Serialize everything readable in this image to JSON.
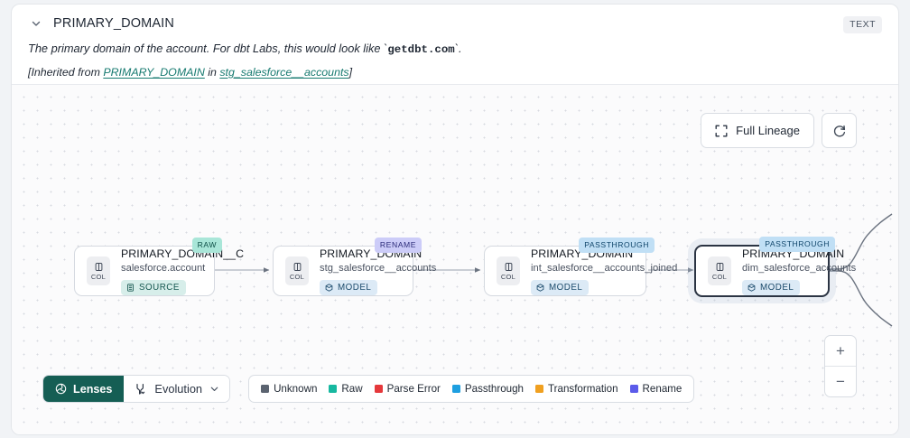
{
  "header": {
    "title": "PRIMARY_DOMAIN",
    "type_badge": "TEXT",
    "chevron_icon": "chevron-down-icon",
    "description_pre": "The primary domain of the account. For dbt Labs, this would look like `",
    "description_code": "getdbt.com",
    "description_post": "`.",
    "inherited_prefix": "[Inherited from ",
    "inherited_link": "PRIMARY_DOMAIN",
    "inherited_mid": " in ",
    "inherited_source": "stg_salesforce__accounts",
    "inherited_suffix": "]"
  },
  "controls": {
    "full_lineage_label": "Full Lineage",
    "full_lineage_icon": "expand-icon",
    "refresh_icon": "refresh-icon",
    "zoom_in_label": "+",
    "zoom_out_label": "−"
  },
  "graph": {
    "nodes": [
      {
        "id": "n1",
        "kind_badge": "RAW",
        "kind_class": "kind-RAW",
        "column": "PRIMARY_DOMAIN__C",
        "table": "salesforce.account",
        "asset_type": "SOURCE",
        "asset_class": "source",
        "asset_icon": "database-icon",
        "col_chip_label": "COL",
        "col_chip_icon": "column-icon",
        "selected": false
      },
      {
        "id": "n2",
        "kind_badge": "RENAME",
        "kind_class": "kind-RENAME",
        "column": "PRIMARY_DOMAIN",
        "table": "stg_salesforce__accounts",
        "asset_type": "MODEL",
        "asset_class": "model",
        "asset_icon": "cube-icon",
        "col_chip_label": "COL",
        "col_chip_icon": "column-icon",
        "selected": false
      },
      {
        "id": "n3",
        "kind_badge": "PASSTHROUGH",
        "kind_class": "kind-PASSTHROUGH",
        "column": "PRIMARY_DOMAIN",
        "table": "int_salesforce__accounts_joined",
        "asset_type": "MODEL",
        "asset_class": "model",
        "asset_icon": "cube-icon",
        "col_chip_label": "COL",
        "col_chip_icon": "column-icon",
        "selected": false
      },
      {
        "id": "n4",
        "kind_badge": "PASSTHROUGH",
        "kind_class": "kind-PASSTHROUGH",
        "column": "PRIMARY_DOMAIN",
        "table": "dim_salesforce_accounts",
        "asset_type": "MODEL",
        "asset_class": "model",
        "asset_icon": "cube-icon",
        "col_chip_label": "COL",
        "col_chip_icon": "column-icon",
        "selected": true
      }
    ]
  },
  "toolbar": {
    "lenses_label": "Lenses",
    "lenses_icon": "aperture-icon",
    "evolution_label": "Evolution",
    "evolution_icon": "evolution-icon",
    "evolution_caret_icon": "chevron-down-icon"
  },
  "legend": [
    {
      "label": "Unknown",
      "color": "#5b6370"
    },
    {
      "label": "Raw",
      "color": "#17b8a0"
    },
    {
      "label": "Parse Error",
      "color": "#e5383b"
    },
    {
      "label": "Passthrough",
      "color": "#1e9fe0"
    },
    {
      "label": "Transformation",
      "color": "#f0a020"
    },
    {
      "label": "Rename",
      "color": "#5b5bea"
    }
  ]
}
